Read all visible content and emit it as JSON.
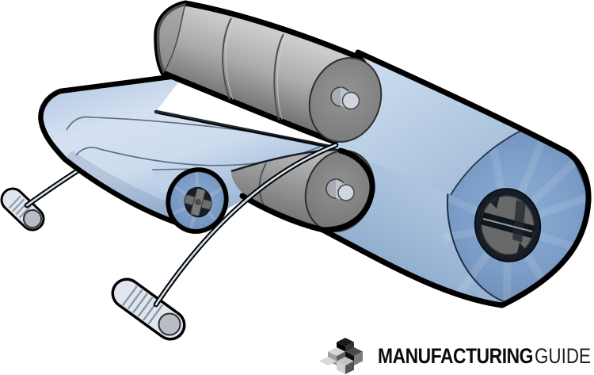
{
  "logo": {
    "brand_bold": "MANUFACTURING",
    "brand_light": "GUIDE"
  },
  "colors": {
    "background": "#ffffff",
    "outline": "#000000",
    "film_light": "#cfdeee",
    "film_mid": "#b4c9e2",
    "film_dark": "#8fabcb",
    "roll_face_blue": "#7b9dc8",
    "roll_body_blue": "#aec6e0",
    "roller_gray": "#9b9b9b",
    "roller_face_gray": "#8a8a8a",
    "hub_gray": "#d0d6dc",
    "core_dark": "#161d26",
    "chuck_gray": "#686868",
    "winder_fill": "#dfe6ee",
    "winder_cap": "#b7bdc3",
    "strip_fill": "#cfddec",
    "logo_black": "#0b0b0b",
    "logo_gray": "#1f1f1f"
  },
  "scene": {
    "parts": [
      "web-sheet",
      "slit-lines",
      "knife-roller",
      "anvil-roller",
      "rewind-roll",
      "parent-roll",
      "core-chuck",
      "edge-trim-strips",
      "trim-winders"
    ]
  }
}
